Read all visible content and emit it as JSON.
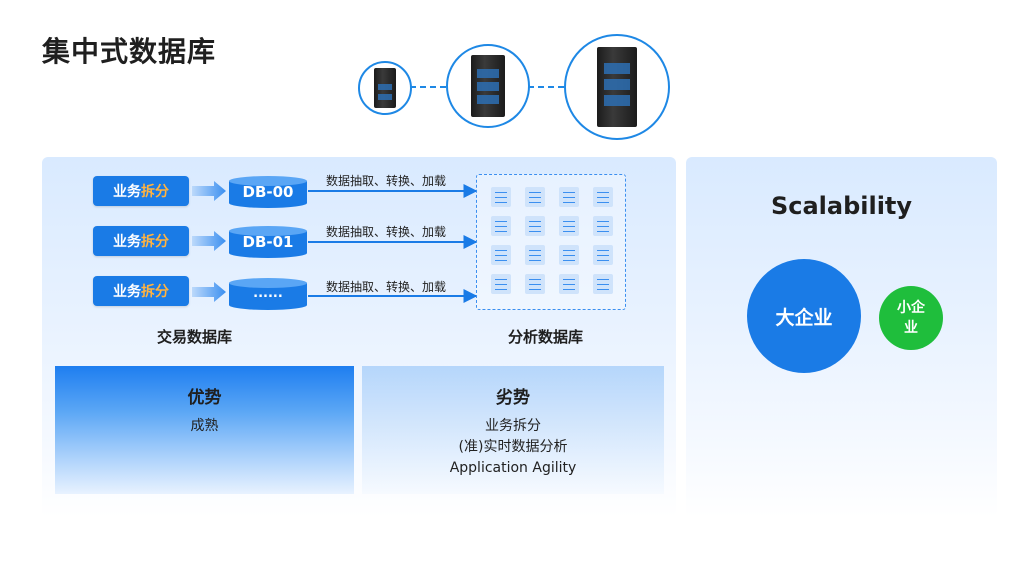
{
  "title": "集中式数据库",
  "servers": [
    {
      "icon": "server-rack-small-icon"
    },
    {
      "icon": "server-rack-medium-icon"
    },
    {
      "icon": "server-rack-large-icon"
    }
  ],
  "pipeline": {
    "rows": [
      {
        "biz_main": "业务",
        "biz_hl": "拆分",
        "db": "DB-00",
        "extract": "数据抽取、转换、加载"
      },
      {
        "biz_main": "业务",
        "biz_hl": "拆分",
        "db": "DB-01",
        "extract": "数据抽取、转换、加载"
      },
      {
        "biz_main": "业务",
        "biz_hl": "拆分",
        "db": "......",
        "extract": "数据抽取、转换、加载"
      }
    ],
    "transaction_label": "交易数据库",
    "analytics_label": "分析数据库"
  },
  "advantages": {
    "title": "优势",
    "items": [
      "成熟"
    ]
  },
  "disadvantages": {
    "title": "劣势",
    "items": [
      "业务拆分",
      "(准)实时数据分析",
      "Application Agility"
    ]
  },
  "scalability": {
    "title": "Scalability",
    "large": "大企业",
    "small_line1": "小企",
    "small_line2": "业"
  },
  "colors": {
    "accent": "#1a7be6",
    "highlight": "#ffb340",
    "green": "#1fbe3c"
  }
}
